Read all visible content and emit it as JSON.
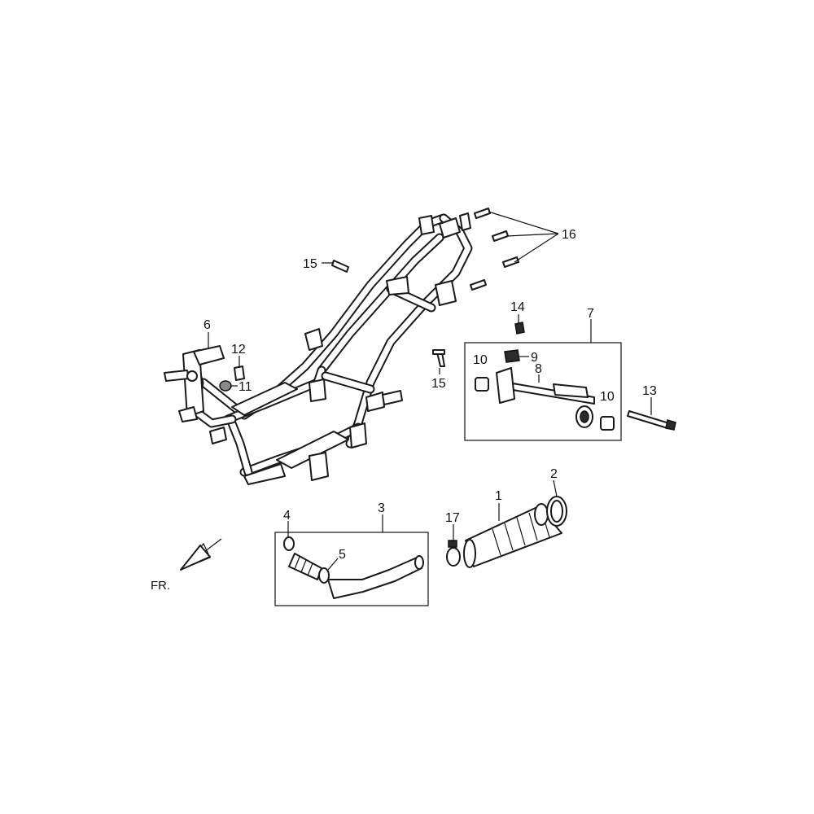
{
  "direction_label": "FR.",
  "callouts": {
    "c1": "1",
    "c2": "2",
    "c3": "3",
    "c4": "4",
    "c5": "5",
    "c6": "6",
    "c7": "7",
    "c8": "8",
    "c9": "9",
    "c10a": "10",
    "c10b": "10",
    "c11": "11",
    "c12": "12",
    "c13": "13",
    "c14": "14",
    "c15a": "15",
    "c15b": "15",
    "c16": "16",
    "c17": "17"
  }
}
